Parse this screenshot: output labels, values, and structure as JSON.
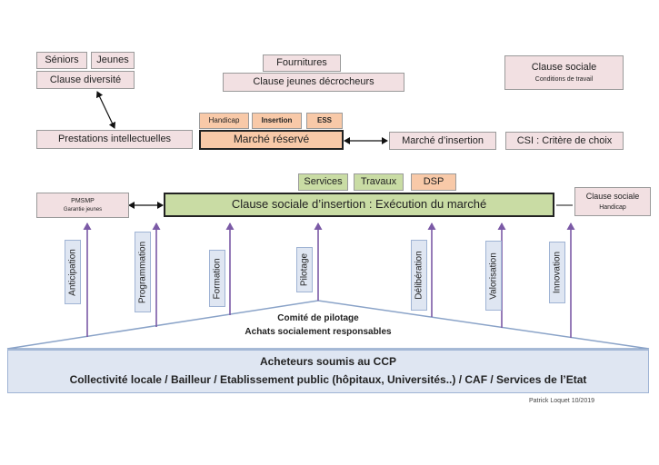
{
  "top_left": {
    "seniors": "Séniors",
    "jeunes": "Jeunes",
    "diversite": "Clause diversité",
    "prestations": "Prestations intellectuelles"
  },
  "top_center": {
    "fournitures": "Fournitures",
    "decrocheurs": "Clause jeunes décrocheurs"
  },
  "top_right": {
    "clause_sociale": "Clause sociale",
    "conditions": "Conditions de travail",
    "csi": "CSI : Critère de choix"
  },
  "marche_reserve": {
    "handicap": "Handicap",
    "insertion": "Insertion",
    "ess": "ESS",
    "title": "Marché réservé"
  },
  "marche_insertion": "Marché d’insertion",
  "tabs": {
    "services": "Services",
    "travaux": "Travaux",
    "dsp": "DSP"
  },
  "main_clause": "Clause sociale d’insertion : Exécution du marché",
  "pmsmp": {
    "title": "PMSMP",
    "sub": "Garantie jeunes"
  },
  "handicap_clause": {
    "title": "Clause sociale",
    "sub": "Handicap"
  },
  "pillars": [
    "Anticipation",
    "Programmation",
    "Formation",
    "Pilotage",
    "Délibération",
    "Valorisation",
    "Innovation"
  ],
  "comite": {
    "line1": "Comité de pilotage",
    "line2": "Achats socialement responsables"
  },
  "base": {
    "line1": "Acheteurs soumis au CCP",
    "line2": "Collectivité locale / Bailleur / Etablissement public (hôpitaux, Universités..)  / CAF / Services de l’Etat"
  },
  "credit": "Patrick Loquet 10/2019",
  "colors": {
    "pink": "#f2e0e2",
    "green": "#c9dca4",
    "orange": "#f8c9a8",
    "blue": "#dfe6f2",
    "arrow": "#7b5aa6"
  }
}
